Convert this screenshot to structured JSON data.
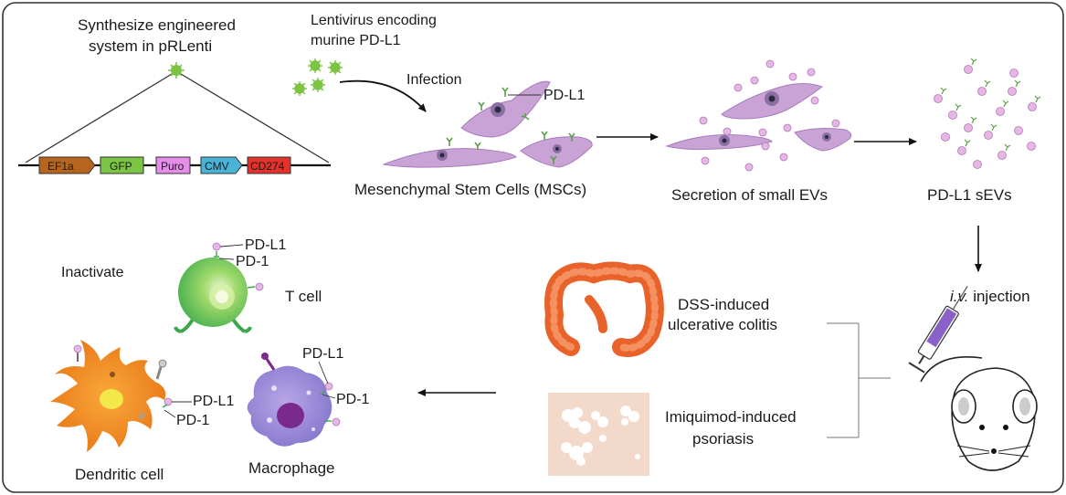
{
  "step1": {
    "line1": "Synthesize engineered",
    "line2": "system in pRLenti"
  },
  "vector_elements": [
    {
      "label": "EF1a",
      "color": "#b5651d"
    },
    {
      "label": "GFP",
      "color": "#7cc443"
    },
    {
      "label": "Puro",
      "color": "#e58ee8"
    },
    {
      "label": "CMV",
      "color": "#4ab3d6"
    },
    {
      "label": "CD274",
      "color": "#e3312b"
    }
  ],
  "lentivirus": {
    "line1": "Lentivirus encoding",
    "line2": "murine PD-L1"
  },
  "infection_label": "Infection",
  "msc": {
    "pdl1_label": "PD-L1",
    "caption": "Mesenchymal Stem Cells (MSCs)"
  },
  "secretion_caption": "Secretion of small EVs",
  "sevs_caption": "PD-L1 sEVs",
  "injection": {
    "italic": "i.v.",
    "rest": " injection"
  },
  "diseases": [
    {
      "line1": "DSS-induced",
      "line2": "ulcerative colitis"
    },
    {
      "line1": "Imiquimod-induced",
      "line2": "psoriasis"
    }
  ],
  "tcell": {
    "inactivate": "Inactivate",
    "pdl1": "PD-L1",
    "pd1": "PD-1",
    "name": "T cell",
    "name_color": "#2ea84a"
  },
  "dendritic": {
    "pdl1": "PD-L1",
    "pd1": "PD-1",
    "name": "Dendritic cell",
    "name_color": "#f0a020"
  },
  "macrophage": {
    "pdl1": "PD-L1",
    "pd1": "PD-1",
    "name": "Macrophage",
    "name_color": "#8a3fa0"
  }
}
